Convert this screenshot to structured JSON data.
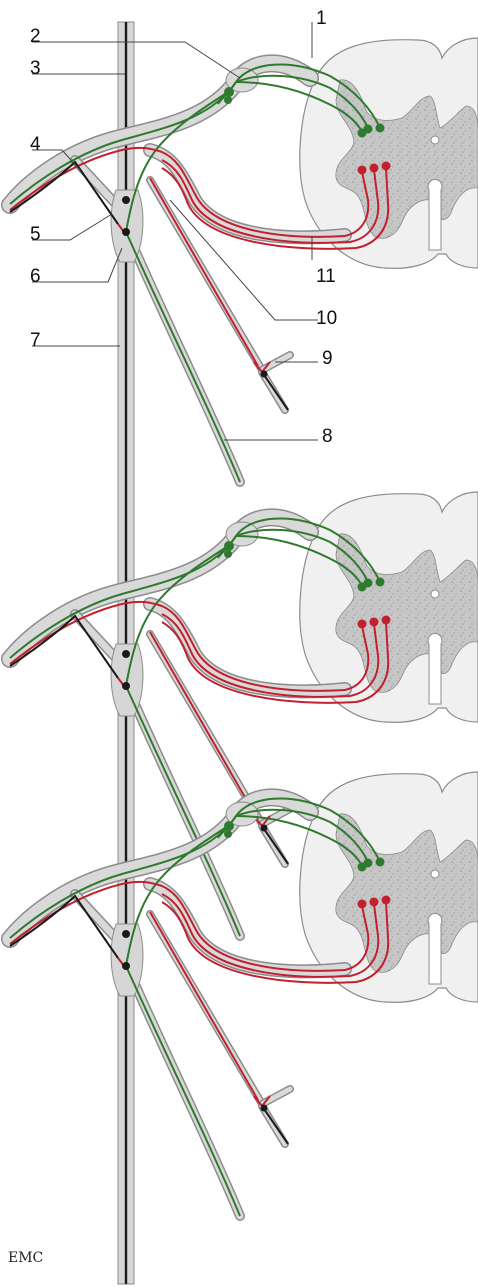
{
  "figure": {
    "labels": {
      "l1": "1",
      "l2": "2",
      "l3": "3",
      "l4": "4",
      "l5": "5",
      "l6": "6",
      "l7": "7",
      "l8": "8",
      "l9": "9",
      "l10": "10",
      "l11": "11"
    },
    "watermark": "EMC"
  },
  "colors": {
    "sensory_fiber": "#2f7a2f",
    "motor_fiber": "#c2202e",
    "sympathetic_chain": "#1a1a1a",
    "nerve_sheath": "#d6d6d6",
    "nerve_outline": "#8c8c8c",
    "gray_matter": "#c9c9c9",
    "white_matter": "#f0f0f0"
  },
  "segments_count": 3
}
